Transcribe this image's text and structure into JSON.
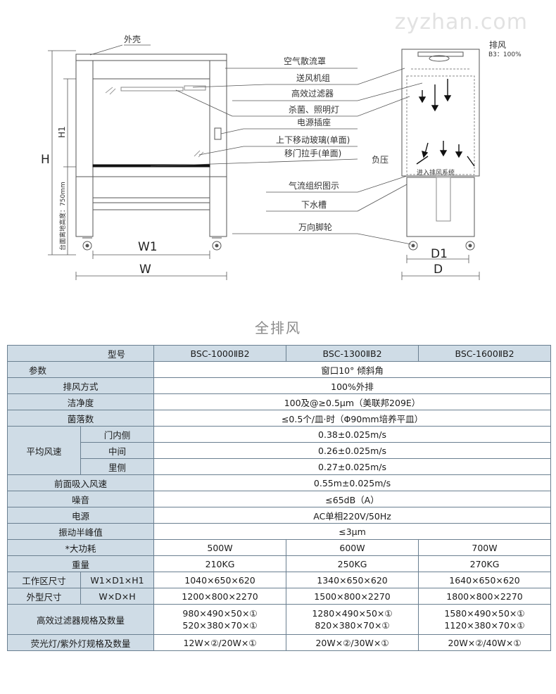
{
  "watermark": "zyzhan.com",
  "diagram": {
    "front": {
      "label_shell": "外壳",
      "dim_H": "H",
      "dim_H1": "H1",
      "dim_bench": "台面离地高度：750mm",
      "dim_W1": "W1",
      "dim_W": "W"
    },
    "callouts": [
      "空气散流罩",
      "送风机组",
      "高效过滤器",
      "杀菌、照明灯",
      "电源插座",
      "上下移动玻璃(单面)",
      "移门拉手(单面)",
      "气流组织图示",
      "下水槽",
      "万向脚轮"
    ],
    "side": {
      "label_exhaust": "排风",
      "label_exhaust_sub": "B3：100%",
      "label_negative": "负压",
      "label_into_exhaust": "进入排风系统",
      "dim_D1": "D1",
      "dim_D": "D"
    }
  },
  "section_title": "全排风",
  "table": {
    "header_model": "型号",
    "header_param": "参数",
    "models": [
      "BSC-1000ⅡB2",
      "BSC-1300ⅡB2",
      "BSC-1600ⅡB2"
    ],
    "window": "窗口10° 倾斜角",
    "rows": [
      {
        "label": "排风方式",
        "value": "100%外排"
      },
      {
        "label": "洁净度",
        "value": "100及@≥0.5μm（美联邦209E）"
      },
      {
        "label": "菌落数",
        "value": "≤0.5个/皿·时（Φ90mm培养平皿）"
      }
    ],
    "airspeed": {
      "label": "平均风速",
      "items": [
        {
          "label": "门内侧",
          "value": "0.38±0.025m/s"
        },
        {
          "label": "中间",
          "value": "0.26±0.025m/s"
        },
        {
          "label": "里侧",
          "value": "0.27±0.025m/s"
        }
      ]
    },
    "rows2": [
      {
        "label": "前面吸入风速",
        "value": "0.55m±0.025m/s"
      },
      {
        "label": "噪音",
        "value": "≤65dB（A）"
      },
      {
        "label": "电源",
        "value": "AC单相220V/50Hz"
      },
      {
        "label": "振动半峰值",
        "value": "≤3μm"
      }
    ],
    "power": {
      "label": "*大功耗",
      "values": [
        "500W",
        "600W",
        "700W"
      ]
    },
    "weight": {
      "label": "重量",
      "values": [
        "210KG",
        "250KG",
        "270KG"
      ]
    },
    "work_size": {
      "label": "工作区尺寸",
      "sub": "W1×D1×H1",
      "values": [
        "1040×650×620",
        "1340×650×620",
        "1640×650×620"
      ]
    },
    "outer_size": {
      "label": "外型尺寸",
      "sub": "W×D×H",
      "values": [
        "1200×800×2270",
        "1500×800×2270",
        "1800×800×2270"
      ]
    },
    "hepa": {
      "label": "高效过滤器规格及数量",
      "values": [
        [
          "980×490×50×①",
          "520×380×70×①"
        ],
        [
          "1280×490×50×①",
          "820×380×70×①"
        ],
        [
          "1580×490×50×①",
          "1120×380×70×①"
        ]
      ]
    },
    "lamp": {
      "label": "荧光灯/紫外灯规格及数量",
      "values": [
        "12W×②/20W×①",
        "20W×②/30W×①",
        "20W×②/40W×①"
      ]
    }
  }
}
